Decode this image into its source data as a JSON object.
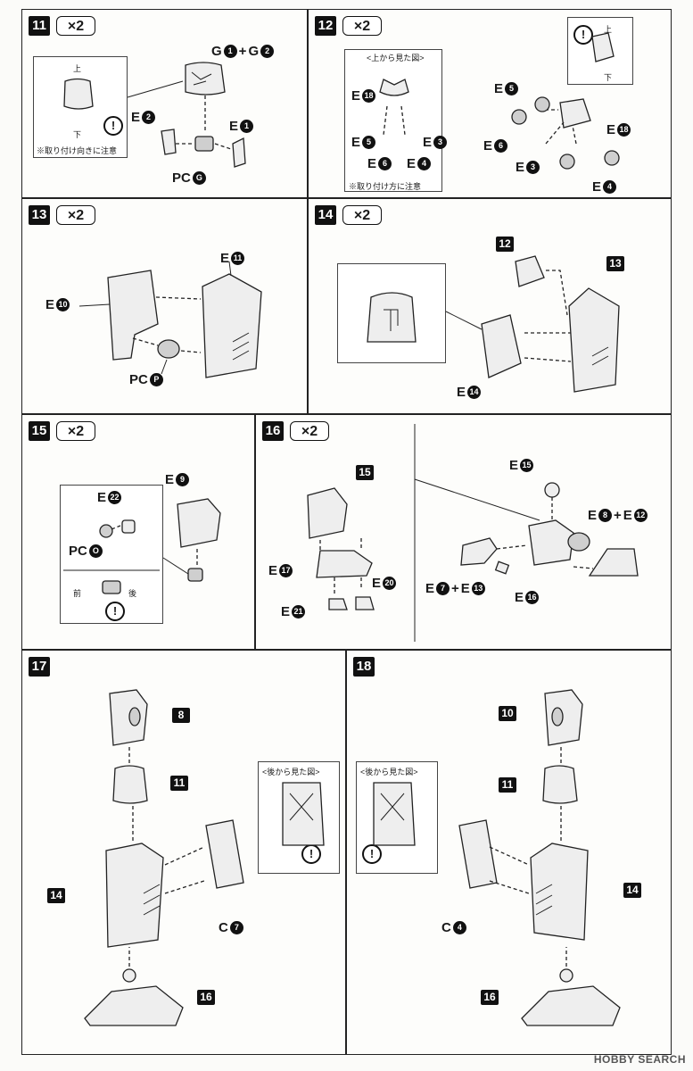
{
  "steps": {
    "s11": {
      "num": "11",
      "mult": "×2",
      "up": "上",
      "down": "下",
      "caution": "※取り付け向きに注意",
      "warn": "!",
      "g1": "G",
      "g1n": "1",
      "plus": "+",
      "g2": "G",
      "g2n": "2",
      "e2": "E",
      "e2n": "2",
      "e1": "E",
      "e1n": "1",
      "pc": "PC",
      "pcn": "G"
    },
    "s12": {
      "num": "12",
      "mult": "×2",
      "view": "<上から見た図>",
      "caution": "※取り付け方に注意",
      "warn": "!",
      "up": "上",
      "down": "下",
      "e18": "E",
      "e18n": "18",
      "e5": "E",
      "e5n": "5",
      "e6": "E",
      "e6n": "6",
      "e4": "E",
      "e4n": "4",
      "e3": "E",
      "e3n": "3"
    },
    "s13": {
      "num": "13",
      "mult": "×2",
      "e10": "E",
      "e10n": "10",
      "e11": "E",
      "e11n": "11",
      "pc": "PC",
      "pcn": "P"
    },
    "s14": {
      "num": "14",
      "mult": "×2",
      "ref12": "12",
      "ref13": "13",
      "e14": "E",
      "e14n": "14"
    },
    "s15": {
      "num": "15",
      "mult": "×2",
      "e22": "E",
      "e22n": "22",
      "e9": "E",
      "e9n": "9",
      "pc": "PC",
      "pcn": "O",
      "front": "前",
      "back": "後",
      "warn": "!"
    },
    "s16": {
      "num": "16",
      "mult": "×2",
      "ref15": "15",
      "e17": "E",
      "e17n": "17",
      "e21": "E",
      "e21n": "21",
      "e20": "E",
      "e20n": "20",
      "e15": "E",
      "e15n": "15",
      "e8": "E",
      "e8n": "8",
      "plus": "+",
      "e12": "E",
      "e12n": "12",
      "e7": "E",
      "e7n": "7",
      "e13": "E",
      "e13n": "13",
      "e16": "E",
      "e16n": "16"
    },
    "s17": {
      "num": "17",
      "ref8": "8",
      "ref11": "11",
      "ref14": "14",
      "ref16": "16",
      "view": "<後から見た図>",
      "warn": "!",
      "c": "C",
      "cn": "7"
    },
    "s18": {
      "num": "18",
      "ref10": "10",
      "ref11": "11",
      "ref14": "14",
      "ref16": "16",
      "view": "<後から見た図>",
      "warn": "!",
      "c": "C",
      "cn": "4"
    }
  },
  "footer": {
    "credit": "HOBBY SEARCH"
  }
}
